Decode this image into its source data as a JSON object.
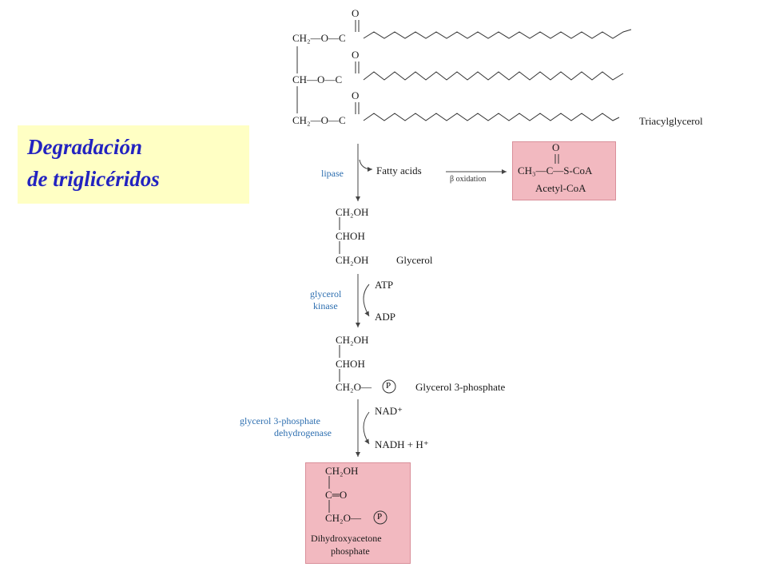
{
  "title": {
    "line1": "Degradación",
    "line2": "de triglicéridos"
  },
  "triacylglycerol": {
    "row1": "CH₂—O—C",
    "row2": "CH—O—C",
    "row3": "CH₂—O—C",
    "carbonyl_o": "O",
    "label": "Triacylglycerol"
  },
  "step1": {
    "enzyme": "lipase",
    "product": "Fatty acids",
    "pathway": "β oxidation",
    "acetyl_formula": "CH₃—C—S-CoA",
    "acetyl_o": "O",
    "acetyl_label": "Acetyl-CoA"
  },
  "glycerol": {
    "l1": "CH₂OH",
    "l2": "CHOH",
    "l3": "CH₂OH",
    "label": "Glycerol"
  },
  "step2": {
    "enzyme_l1": "glycerol",
    "enzyme_l2": "kinase",
    "in": "ATP",
    "out": "ADP"
  },
  "g3p": {
    "l1": "CH₂OH",
    "l2": "CHOH",
    "l3": "CH₂O—",
    "p": "P",
    "label": "Glycerol 3-phosphate"
  },
  "step3": {
    "enzyme_l1": "glycerol 3-phosphate",
    "enzyme_l2": "dehydrogenase",
    "in": "NAD⁺",
    "out": "NADH + H⁺"
  },
  "dhap": {
    "l1": "CH₂OH",
    "l2": "C═O",
    "l3": "CH₂O—",
    "p": "P",
    "label_l1": "Dihydroxyacetone",
    "label_l2": "phosphate"
  },
  "colors": {
    "title_bg": "#ffffc4",
    "title_text": "#2323c0",
    "product_box": "#f2b9c0",
    "enzyme_text": "#2e6fb0"
  }
}
